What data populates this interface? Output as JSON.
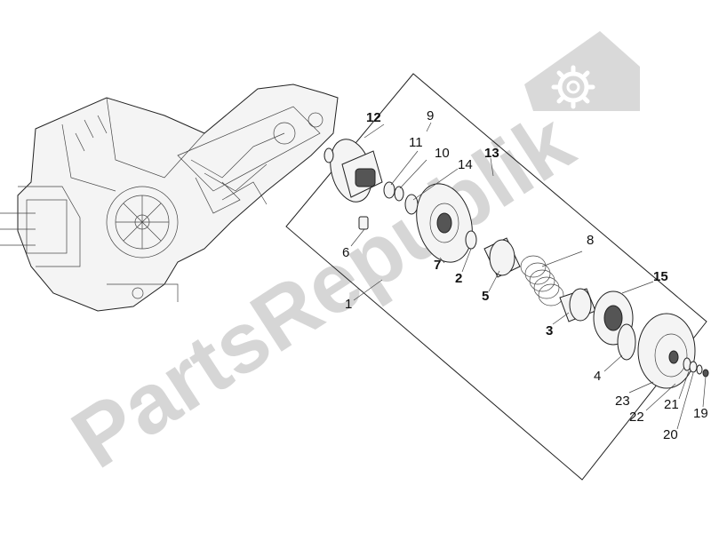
{
  "watermark": {
    "text": "PartsRepublik",
    "color": "#d6d6d6",
    "icon": "gear-icon"
  },
  "callouts": [
    {
      "id": "c1",
      "label": "1"
    },
    {
      "id": "c2",
      "label": "2"
    },
    {
      "id": "c3",
      "label": "3"
    },
    {
      "id": "c4",
      "label": "4"
    },
    {
      "id": "c5",
      "label": "5"
    },
    {
      "id": "c6",
      "label": "6"
    },
    {
      "id": "c7",
      "label": "7"
    },
    {
      "id": "c8",
      "label": "8"
    },
    {
      "id": "c9",
      "label": "9"
    },
    {
      "id": "c10",
      "label": "10"
    },
    {
      "id": "c11",
      "label": "11"
    },
    {
      "id": "c12",
      "label": "12"
    },
    {
      "id": "c13",
      "label": "13"
    },
    {
      "id": "c14",
      "label": "14"
    },
    {
      "id": "c15",
      "label": "15"
    },
    {
      "id": "c19",
      "label": "19"
    },
    {
      "id": "c20",
      "label": "20"
    },
    {
      "id": "c21",
      "label": "21"
    },
    {
      "id": "c22",
      "label": "22"
    },
    {
      "id": "c23",
      "label": "23"
    }
  ]
}
